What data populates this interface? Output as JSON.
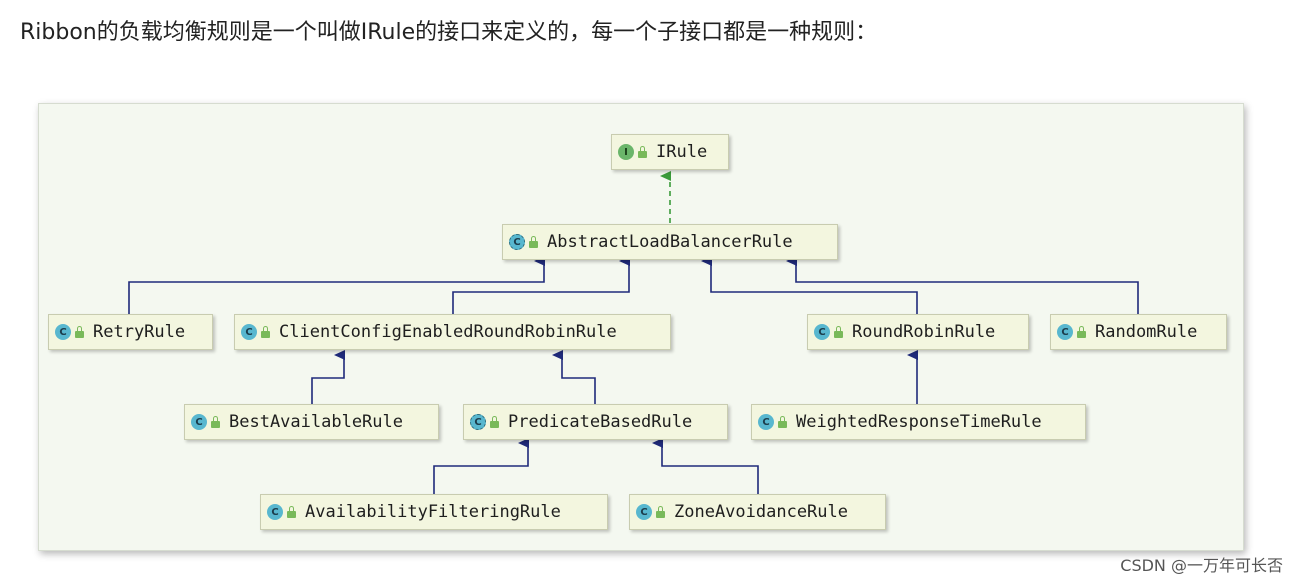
{
  "heading": "Ribbon的负载均衡规则是一个叫做IRule的接口来定义的，每一个子接口都是一种规则：",
  "diagram": {
    "nodes": {
      "irule": {
        "badge": "I",
        "name": "IRule"
      },
      "abstract_lb_rule": {
        "badge": "C",
        "name": "AbstractLoadBalancerRule"
      },
      "retry_rule": {
        "badge": "C",
        "name": "RetryRule"
      },
      "client_config_rr_rule": {
        "badge": "C",
        "name": "ClientConfigEnabledRoundRobinRule"
      },
      "round_robin_rule": {
        "badge": "C",
        "name": "RoundRobinRule"
      },
      "random_rule": {
        "badge": "C",
        "name": "RandomRule"
      },
      "best_available_rule": {
        "badge": "C",
        "name": "BestAvailableRule"
      },
      "predicate_based_rule": {
        "badge": "C",
        "name": "PredicateBasedRule"
      },
      "weighted_response_time_rule": {
        "badge": "C",
        "name": "WeightedResponseTimeRule"
      },
      "availability_filtering_rule": {
        "badge": "C",
        "name": "AvailabilityFilteringRule"
      },
      "zone_avoidance_rule": {
        "badge": "C",
        "name": "ZoneAvoidanceRule"
      }
    },
    "colors": {
      "implements_edge": "#3a9b3a",
      "extends_edge": "#1f2a7a",
      "node_fill": "#f3f6df",
      "canvas": "#f4f8f0"
    }
  },
  "watermark": "CSDN @一万年可长否"
}
